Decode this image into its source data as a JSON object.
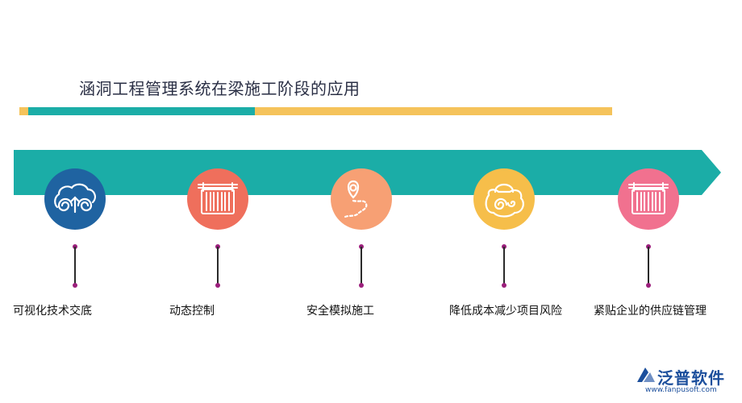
{
  "title": "涵洞工程管理系统在梁施工阶段的应用",
  "progress": 0.38,
  "colors": {
    "teal": "#1bada7",
    "yellow": "#f5c35b",
    "blue": "#1f63a1",
    "coral": "#ef6f5c",
    "peach": "#f7a074",
    "gold": "#f6be4a",
    "pink": "#f1718f",
    "dot": "#9b1f7c",
    "logo": "#1c4f9c"
  },
  "steps": [
    {
      "label": "可视化技术交底",
      "icon": "cloud-swirl-icon",
      "color": "#1f63a1"
    },
    {
      "label": "动态控制",
      "icon": "barcode-icon",
      "color": "#ef6f5c"
    },
    {
      "label": "安全模拟施工",
      "icon": "location-route-icon",
      "color": "#f7a074"
    },
    {
      "label": "降低成本减少项目风险",
      "icon": "bag-swirl-icon",
      "color": "#f6be4a"
    },
    {
      "label": "紧贴企业的供应链管理",
      "icon": "barcode-icon",
      "color": "#f1718f"
    }
  ],
  "logo": {
    "brand": "泛普软件",
    "url": "www.fanpusoft.com"
  }
}
